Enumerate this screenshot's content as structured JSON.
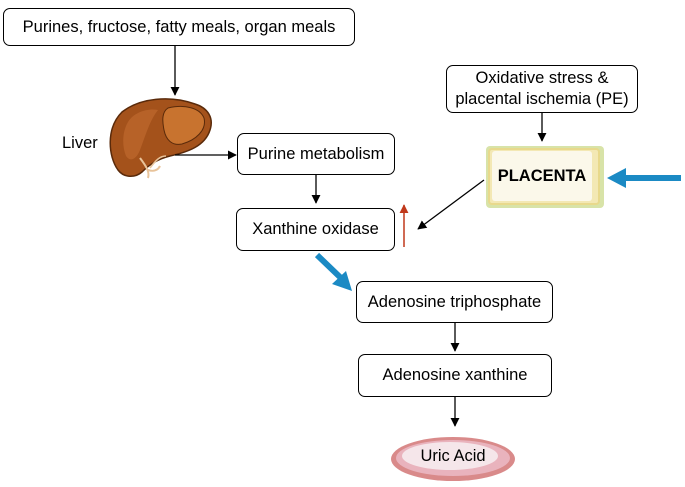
{
  "diet_box": "Purines, fructose, fatty meals, organ meals",
  "liver_label": "Liver",
  "purine_box": "Purine metabolism",
  "xanthine_box": "Xanthine oxidase",
  "oxidative_box": "Oxidative stress & placental ischemia (PE)",
  "placenta_label": "PLACENTA",
  "atp_box": "Adenosine triphosphate",
  "adenosine_xanthine_box": "Adenosine xanthine",
  "uric_acid_label": "Uric Acid",
  "colors": {
    "blue_arrow": "#1b8ac4",
    "increase_arrow": "#c0391b",
    "liver": "#a4521b",
    "uric_outer": "#d98a8a",
    "uric_inner": "#f5e6ea"
  }
}
